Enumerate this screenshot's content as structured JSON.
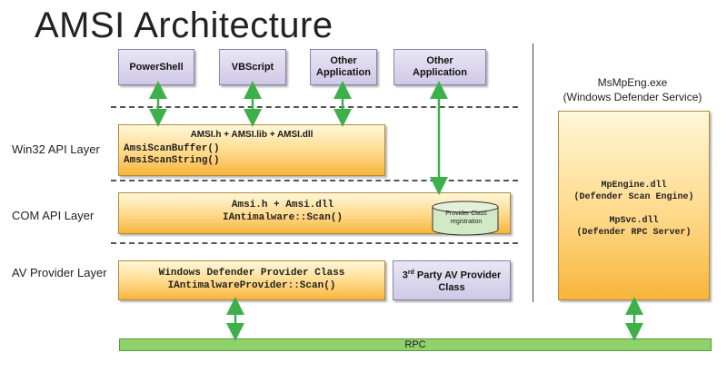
{
  "title": "AMSI Architecture",
  "layers": {
    "win32": "Win32 API Layer",
    "com": "COM API Layer",
    "av": "AV Provider Layer"
  },
  "apps": {
    "powershell": "PowerShell",
    "vbscript": "VBScript",
    "other1": "Other Application",
    "other2": "Other Application"
  },
  "win32_box": {
    "header": "AMSI.h + AMSI.lib + AMSI.dll",
    "line1": "AmsiScanBuffer()",
    "line2": "AmsiScanString()"
  },
  "com_box": {
    "line1": "Amsi.h + Amsi.dll",
    "line2": "IAntimalware::Scan()",
    "cylinder": "Provider Class registration"
  },
  "av_box": {
    "line1": "Windows Defender Provider Class",
    "line2": "IAntimalwareProvider::Scan()"
  },
  "third_party": {
    "sup": "rd",
    "prefix": "3",
    "text": " Party AV Provider",
    "line2": "Class"
  },
  "service": {
    "name": "MsMpEng.exe",
    "desc": "(Windows Defender Service)",
    "engine_dll": "MpEngine.dll",
    "engine_desc": "(Defender Scan Engine)",
    "rpc_dll": "MpSvc.dll",
    "rpc_desc": "(Defender RPC Server)"
  },
  "rpc": "RPC",
  "colors": {
    "arrow": "#3db04a",
    "app_fill": "#d9d4ec",
    "component_fill": "#ffd98a",
    "rpc_bar": "#8fd16a",
    "cylinder": "#d3e9c6"
  }
}
